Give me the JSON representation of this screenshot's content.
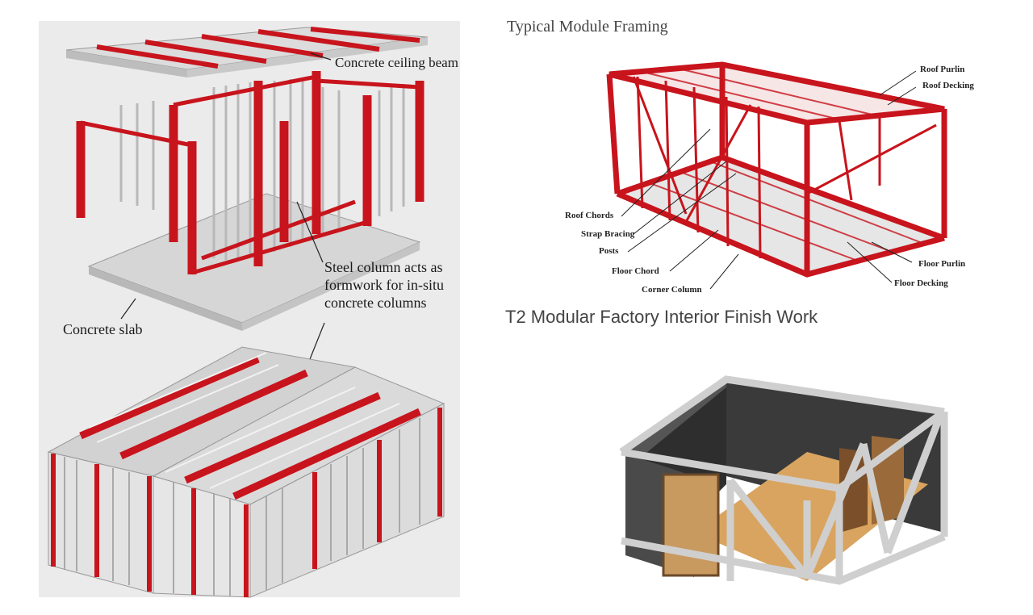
{
  "left": {
    "label_ceiling": "Concrete ceiling beam",
    "label_steel": "Steel column acts as formwork for in-situ concrete columns",
    "label_slab": "Concrete slab"
  },
  "framing": {
    "title": "Typical Module Framing",
    "labels": {
      "roof_purlin": "Roof Purlin",
      "roof_decking": "Roof Decking",
      "roof_chord": "Roof Chords",
      "strap_bracing": "Strap Bracing",
      "posts": "Posts",
      "floor_chord": "Floor Chord",
      "corner_column": "Corner Column",
      "floor_purlin": "Floor Purlin",
      "floor_decking": "Floor Decking"
    }
  },
  "finish": {
    "title": "T2 Modular Factory Interior Finish Work"
  },
  "colors": {
    "steel_red": "#c8141c",
    "concrete_grey": "#d4d4d4",
    "panel_bg": "#ebebeb",
    "wood": "#d9a45f",
    "dark_wall": "#3a3a3a"
  }
}
